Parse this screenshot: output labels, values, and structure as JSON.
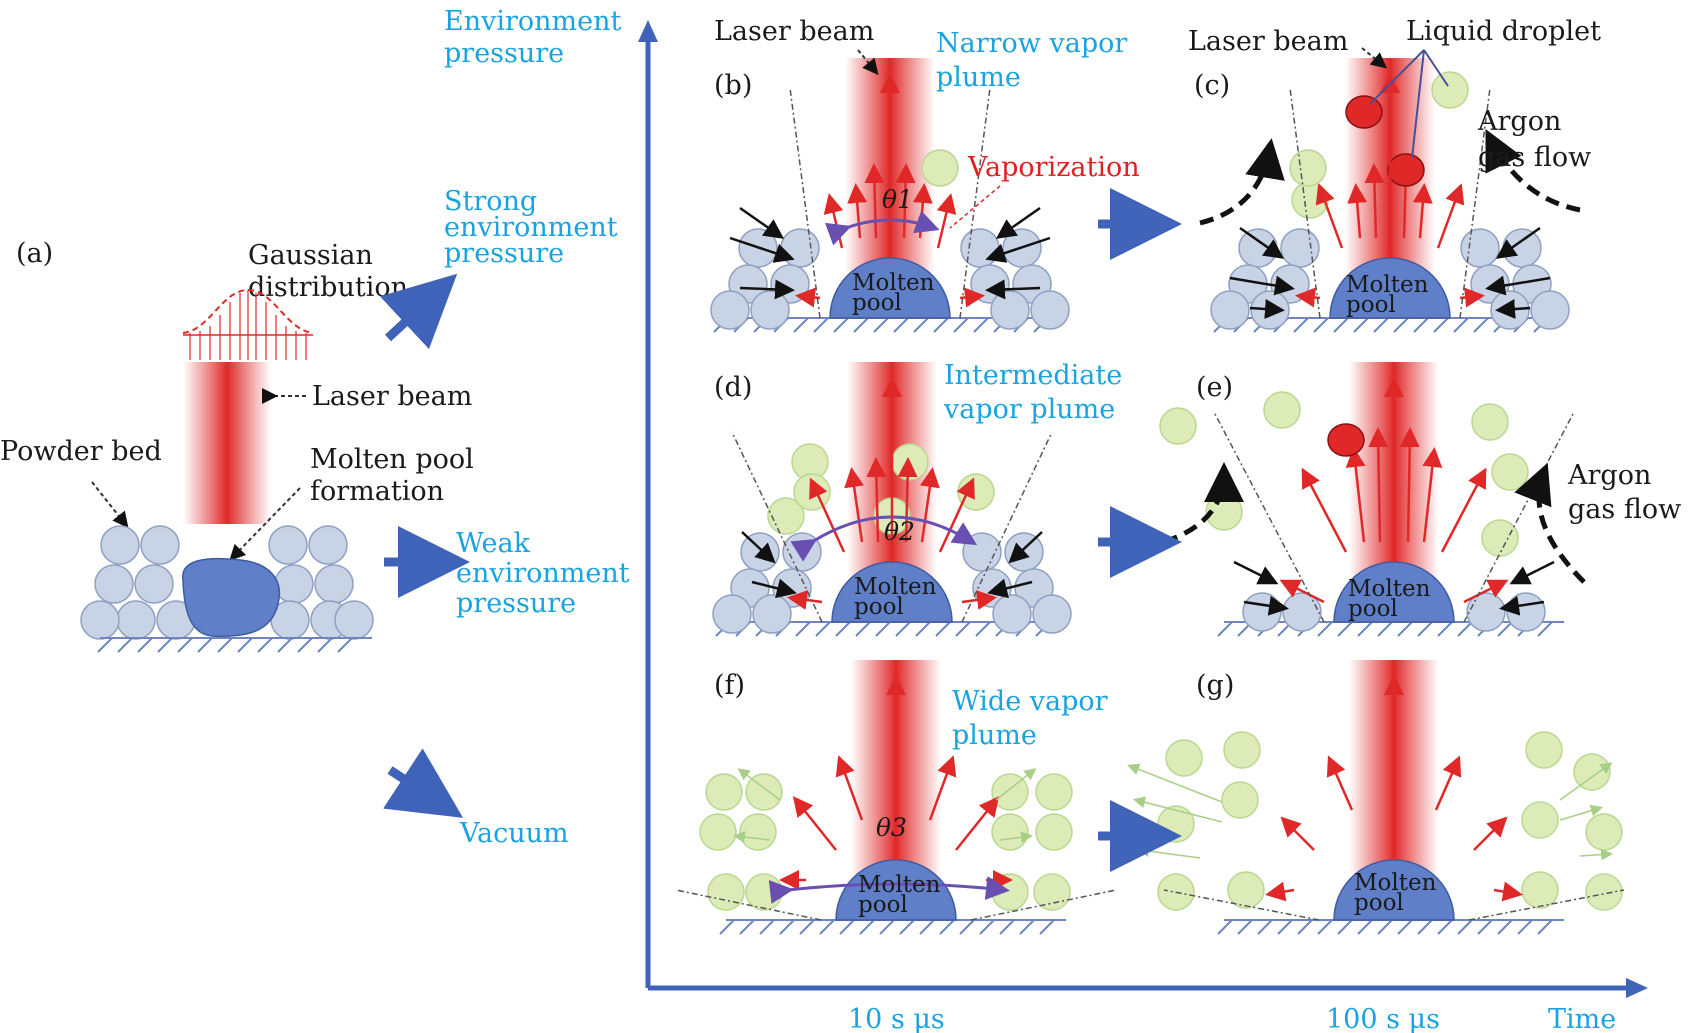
{
  "colors": {
    "axis": "#3f63b8",
    "laser_red": "#e02828",
    "pool": "#5f80c8",
    "powder": "#c9d3e6",
    "spatter": "#dcebb8",
    "text_blue": "#1aa3e0",
    "text_red": "#e02020"
  },
  "axes": {
    "y_label": "Environment pressure",
    "x_label": "Time",
    "x_tick_1": "10 s μs",
    "x_tick_2": "100 s μs"
  },
  "panel_a": {
    "label": "(a)",
    "gaussian": "Gaussian distribution",
    "laser": "Laser beam",
    "powder_bed": "Powder bed",
    "molten_pool_formation": "Molten pool formation"
  },
  "regimes": {
    "strong": "Strong environment pressure",
    "weak": "Weak environment pressure",
    "vacuum": "Vacuum"
  },
  "panels": {
    "b": {
      "label": "(b)",
      "laser": "Laser beam",
      "plume": "Narrow vapor plume",
      "vaporization": "Vaporization",
      "theta": "θ1",
      "pool": "Molten pool"
    },
    "c": {
      "label": "(c)",
      "laser": "Laser beam",
      "droplet": "Liquid droplet",
      "argon": "Argon gas flow",
      "pool": "Molten pool"
    },
    "d": {
      "label": "(d)",
      "plume": "Intermediate vapor plume",
      "theta": "θ2",
      "pool": "Molten pool"
    },
    "e": {
      "label": "(e)",
      "argon": "Argon gas flow",
      "pool": "Molten pool"
    },
    "f": {
      "label": "(f)",
      "plume": "Wide vapor plume",
      "theta": "θ3",
      "pool": "Molten pool"
    },
    "g": {
      "label": "(g)",
      "pool": "Molten pool"
    }
  }
}
